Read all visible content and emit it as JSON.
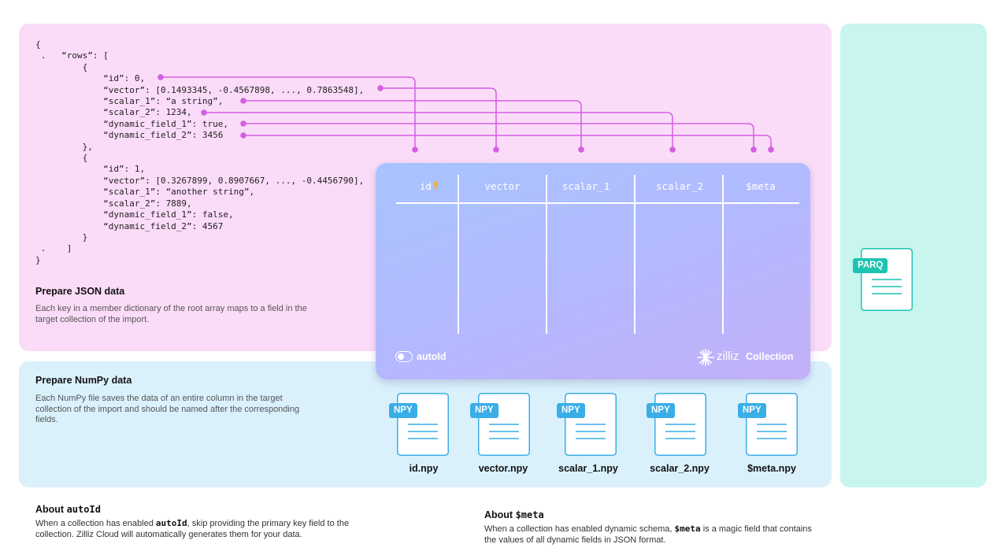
{
  "json_section": {
    "code": "{\n .   “rows”: [\n         {\n             “id”: 0,\n             “vector”: [0.1493345, -0.4567898, ..., 0.7863548],\n             “scalar_1”: “a string”,\n             “scalar_2”: 1234,\n             “dynamic_field_1”: true,\n             “dynamic_field_2”: 3456\n         },\n         {\n             “id”: 1,\n             “vector”: [0.3267899, 0.8907667, ..., -0.4456790],\n             “scalar_1”: “another string”,\n             “scalar_2”: 7889,\n             “dynamic_field_1”: false,\n             “dynamic_field_2”: 4567\n         }\n .    ]\n}",
    "title": "Prepare JSON data",
    "description": "Each key in a member dictionary of the root array maps to a field in the target collection of the import."
  },
  "numpy_section": {
    "title": "Prepare NumPy data",
    "description": "Each NumPy file saves the data of an entire column in the target collection of the import and should be named after the corresponding fields.",
    "files": [
      {
        "badge": "NPY",
        "name": "id.npy"
      },
      {
        "badge": "NPY",
        "name": "vector.npy"
      },
      {
        "badge": "NPY",
        "name": "scalar_1.npy"
      },
      {
        "badge": "NPY",
        "name": "scalar_2.npy"
      },
      {
        "badge": "NPY",
        "name": "$meta.npy"
      }
    ]
  },
  "parquet_section": {
    "badge": "PARQ"
  },
  "collection": {
    "columns": [
      "id",
      "vector",
      "scalar_1",
      "scalar_2",
      "$meta"
    ],
    "primary_key_icon": "key-icon",
    "toggle_label": "autoId",
    "brand": "zilliz",
    "label": "Collection"
  },
  "notes": {
    "autoid": {
      "title_prefix": "About ",
      "title_code": "autoId",
      "text_1": "When a collection has enabled ",
      "text_code": "autoId",
      "text_2": ", skip providing the primary key field to the collection. Zilliz Cloud will automatically generates them for your data."
    },
    "meta": {
      "title_prefix": "About ",
      "title_code": "$meta",
      "text_1": "When a collection has enabled dynamic schema, ",
      "text_code": "$meta",
      "text_2": "  is a magic field that contains the values of all dynamic fields in JSON format."
    }
  },
  "colors": {
    "json_panel": "#fbdcf8",
    "numpy_panel": "#daf1fc",
    "parquet_panel": "#c8f5ee",
    "connector": "#d35ee3",
    "npy_accent": "#3aaee6",
    "parq_accent": "#1cc4b0"
  }
}
